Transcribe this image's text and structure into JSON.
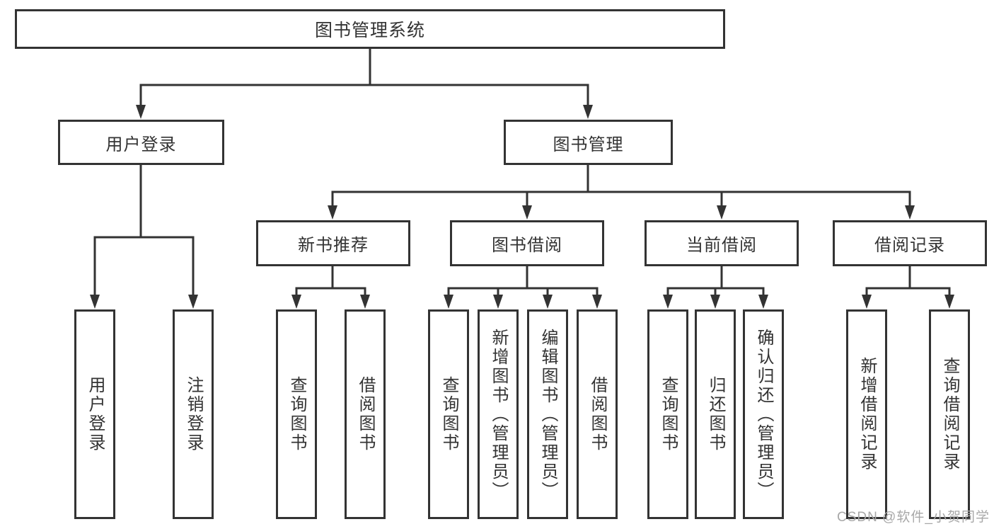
{
  "diagram": {
    "root": {
      "label": "图书管理系统"
    },
    "user_branch": {
      "label": "用户登录",
      "children": [
        {
          "label": "用户登录"
        },
        {
          "label": "注销登录"
        }
      ]
    },
    "book_branch": {
      "label": "图书管理",
      "sections": [
        {
          "label": "新书推荐",
          "children": [
            {
              "label": "查询图书"
            },
            {
              "label": "借阅图书"
            }
          ]
        },
        {
          "label": "图书借阅",
          "children": [
            {
              "label": "查询图书"
            },
            {
              "label": "新增图书（管理员）"
            },
            {
              "label": "编辑图书（管理员）"
            },
            {
              "label": "借阅图书"
            }
          ]
        },
        {
          "label": "当前借阅",
          "children": [
            {
              "label": "查询图书"
            },
            {
              "label": "归还图书"
            },
            {
              "label": "确认归还（管理员）"
            }
          ]
        },
        {
          "label": "借阅记录",
          "children": [
            {
              "label": "新增借阅记录"
            },
            {
              "label": "查询借阅记录"
            }
          ]
        }
      ]
    },
    "watermark": "CSDN @软件_小贺同学",
    "colors": {
      "line": "#333333",
      "box_border": "#333333",
      "text": "#333333",
      "background": "#ffffff",
      "watermark_text": "#a8a8a8"
    }
  }
}
